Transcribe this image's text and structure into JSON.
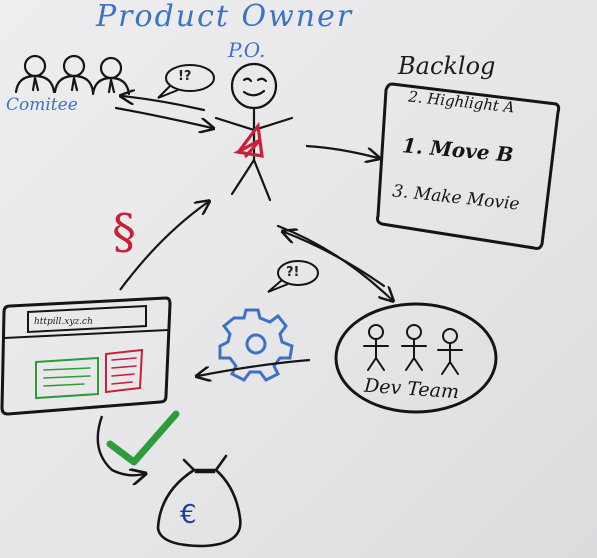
{
  "title": "Product Owner",
  "product_owner_label": "P.O.",
  "committee_label": "Comitee",
  "committee_speech": "!?",
  "team_speech": "?!",
  "paragraph_sign": "§",
  "backlog": {
    "title": "Backlog",
    "items": [
      "2. Highlight A",
      "1. Move B",
      "3. Make Movie"
    ]
  },
  "product_site_url": "httpill.xyz.ch",
  "dev_team_label": "Dev Team",
  "money_symbol": "€",
  "colors": {
    "blue_marker": "#3d73c2",
    "red_marker": "#c8203a",
    "green_marker": "#2f9c3c",
    "black_marker": "#151515"
  },
  "icons": [
    "person-icon",
    "speech-bubble-icon",
    "gear-icon",
    "checkmark-icon",
    "money-bag-icon",
    "euro-icon"
  ]
}
